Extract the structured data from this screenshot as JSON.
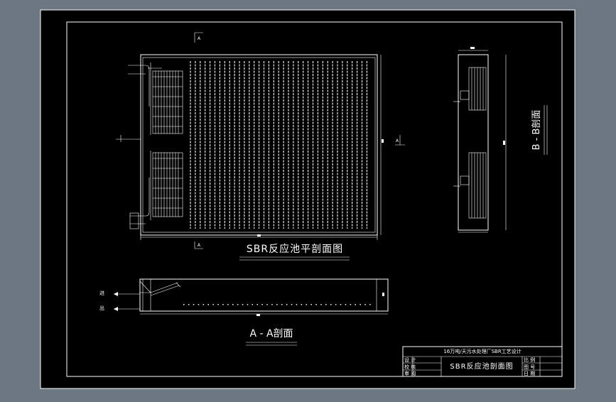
{
  "colors": {
    "background": "#6d7781",
    "sheet": "#000000",
    "lines": "#ffffff"
  },
  "plan_view": {
    "title": "SBR反应池平剖面图",
    "section_mark": "A"
  },
  "section_aa": {
    "title": "A - A剖面",
    "label_inlet": "进",
    "label_outlet": "出"
  },
  "section_bb": {
    "title": "B - B剖面"
  },
  "title_block": {
    "project": "16万吨/天污水处理厂SBR工艺设计",
    "drawing_name": "SBR反应池剖面图",
    "left_labels": [
      "设 计",
      "校 核",
      "审 阅"
    ],
    "right_labels": [
      "比 例",
      "图 号",
      "日 期"
    ]
  }
}
